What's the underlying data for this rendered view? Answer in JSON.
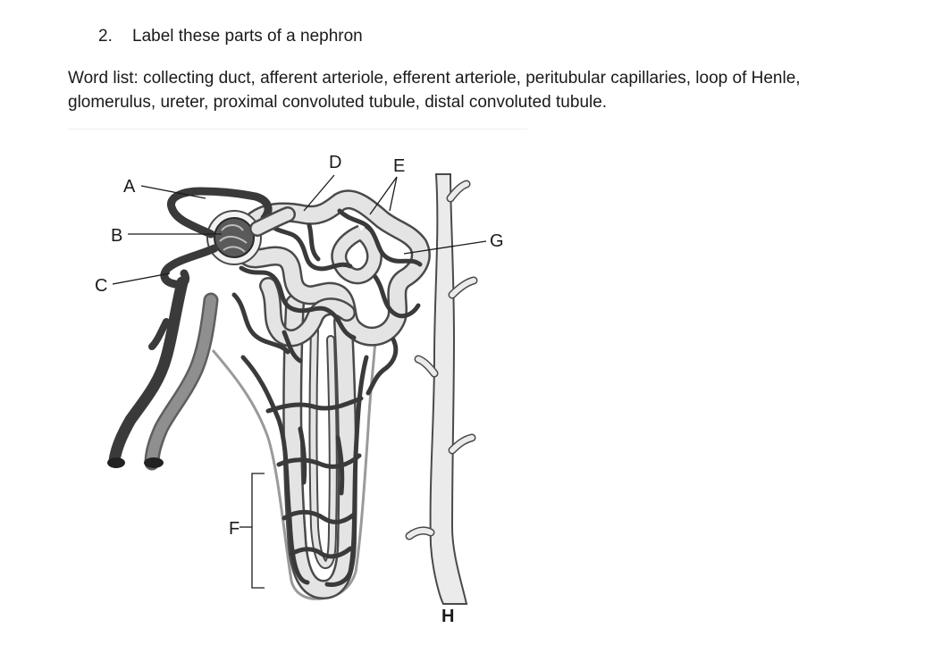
{
  "question": {
    "number": "2.",
    "text": "Label these parts of a nephron"
  },
  "word_list": {
    "line1": "Word list: collecting duct, afferent arteriole, efferent arteriole, peritubular capillaries, loop of Henle,",
    "line2": "glomerulus, ureter, proximal convoluted tubule, distal convoluted tubule."
  },
  "diagram": {
    "labels": {
      "a": "A",
      "b": "B",
      "c": "C",
      "d": "D",
      "e": "E",
      "f": "F",
      "g": "G",
      "h": "H"
    },
    "colors": {
      "vessel_dark": "#3a3a3a",
      "tubule_fill": "#e4e4e4",
      "tubule_outline": "#4a4a4a",
      "duct_fill": "#ebebeb",
      "vessel_gray": "#8a8a8a"
    }
  }
}
